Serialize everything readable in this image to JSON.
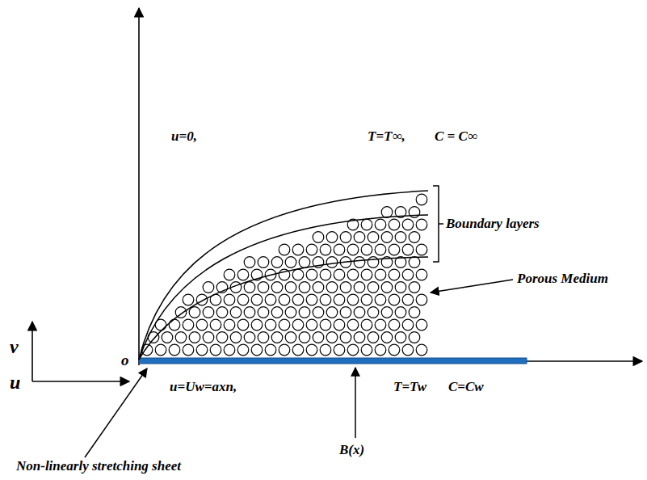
{
  "diagram": {
    "labels": [
      "u=0,",
      "T=T∞,",
      "C = C∞",
      "Boundary layers",
      "Porous Medium",
      "v",
      "u",
      "o",
      "u=Uw=axn,",
      "T=Tw",
      "C=Cw",
      "B(x)",
      "Non-linearly stretching sheet"
    ]
  }
}
